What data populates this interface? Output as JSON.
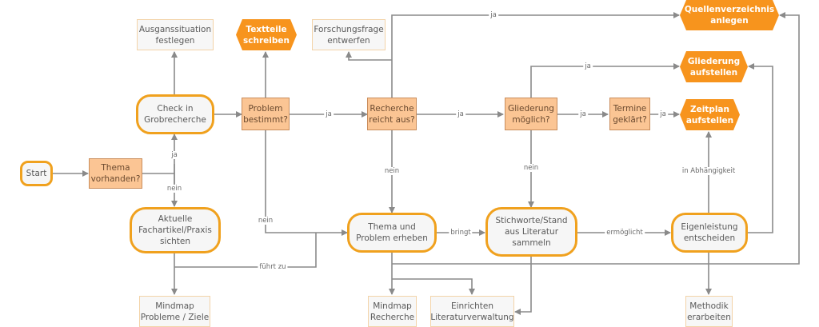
{
  "colors": {
    "accent_orange": "#f7941d",
    "rounded_border": "#f0a11e",
    "decision_fill": "#fbc594",
    "edge": "#8a8a8a",
    "note_border": "#f3d3a8"
  },
  "nodes": {
    "start": "Start",
    "thema_vorhanden": "Thema\nvorhanden?",
    "check_grobrecherche": "Check in\nGrobrecherche",
    "ausgangssituation": "Ausganssituation\nfestlegen",
    "aktuelle_fachartikel": "Aktuelle\nFachartikel/Praxis\nsichten",
    "mindmap_probleme": "Mindmap\nProbleme / Ziele",
    "problem_bestimmt": "Problem\nbestimmt?",
    "textteile_schreiben": "Textteile\nschreiben",
    "forschungsfrage": "Forschungsfrage\nentwerfen",
    "recherche_reicht": "Recherche\nreicht aus?",
    "thema_problem_erheben": "Thema und\nProblem erheben",
    "mindmap_recherche": "Mindmap\nRecherche",
    "einrichten_literatur": "Einrichten\nLiteraturverwaltung",
    "gliederung_moeglich": "Gliederung\nmöglich?",
    "stichworte_stand": "Stichworte/Stand\naus Literatur\nsammeln",
    "termine_geklaert": "Termine\ngeklärt?",
    "quellenverzeichnis": "Quellenverzeichnis\nanlegen",
    "gliederung_aufstellen": "Gliederung\naufstellen",
    "zeitplan_aufstellen": "Zeitplan\naufstellen",
    "eigenleistung": "Eigenleistung\nentscheiden",
    "methodik": "Methodik\nerarbeiten"
  },
  "edge_labels": {
    "thema_ja": "ja",
    "thema_nein": "nein",
    "problem_ja": "ja",
    "problem_nein": "nein",
    "recherche_top_ja": "ja",
    "recherche_ja": "ja",
    "recherche_nein": "nein",
    "gliederung_top_ja": "ja",
    "gliederung_ja": "ja",
    "gliederung_nein": "nein",
    "termine_ja": "ja",
    "fuehrt_zu": "führt zu",
    "bringt": "bringt",
    "ermoeglicht": "ermöglicht",
    "in_abhaengigkeit": "in Abhängigkeit"
  }
}
